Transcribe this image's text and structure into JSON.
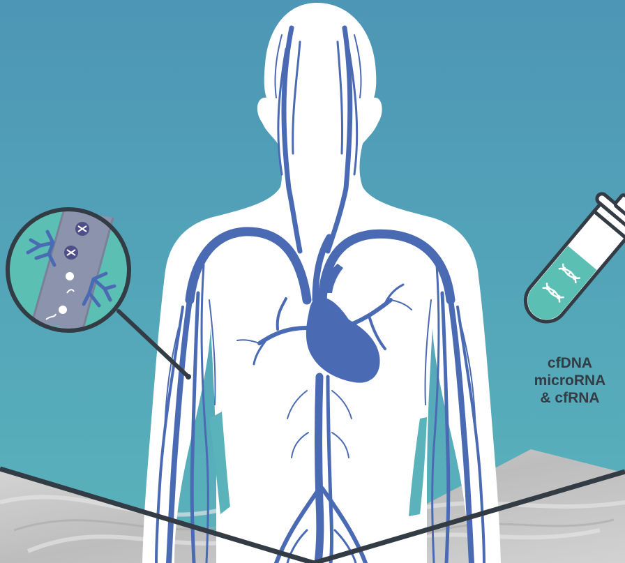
{
  "labels": {
    "line1": "cfDNA",
    "line2": "microRNA",
    "line3": "& cfRNA"
  },
  "colors": {
    "background_top": "#4e98b6",
    "background_bottom": "#59b4ba",
    "body_silhouette": "#ffffff",
    "vessels": "#4a6bb3",
    "tube_liquid": "#5cbfb3",
    "outline": "#333b44",
    "text": "#333b44",
    "floor": "#c9c9c9"
  },
  "icons": [
    "magnifier-icon",
    "blood-vessel-icon",
    "dna-icon",
    "test-tube-icon",
    "heart-icon"
  ]
}
